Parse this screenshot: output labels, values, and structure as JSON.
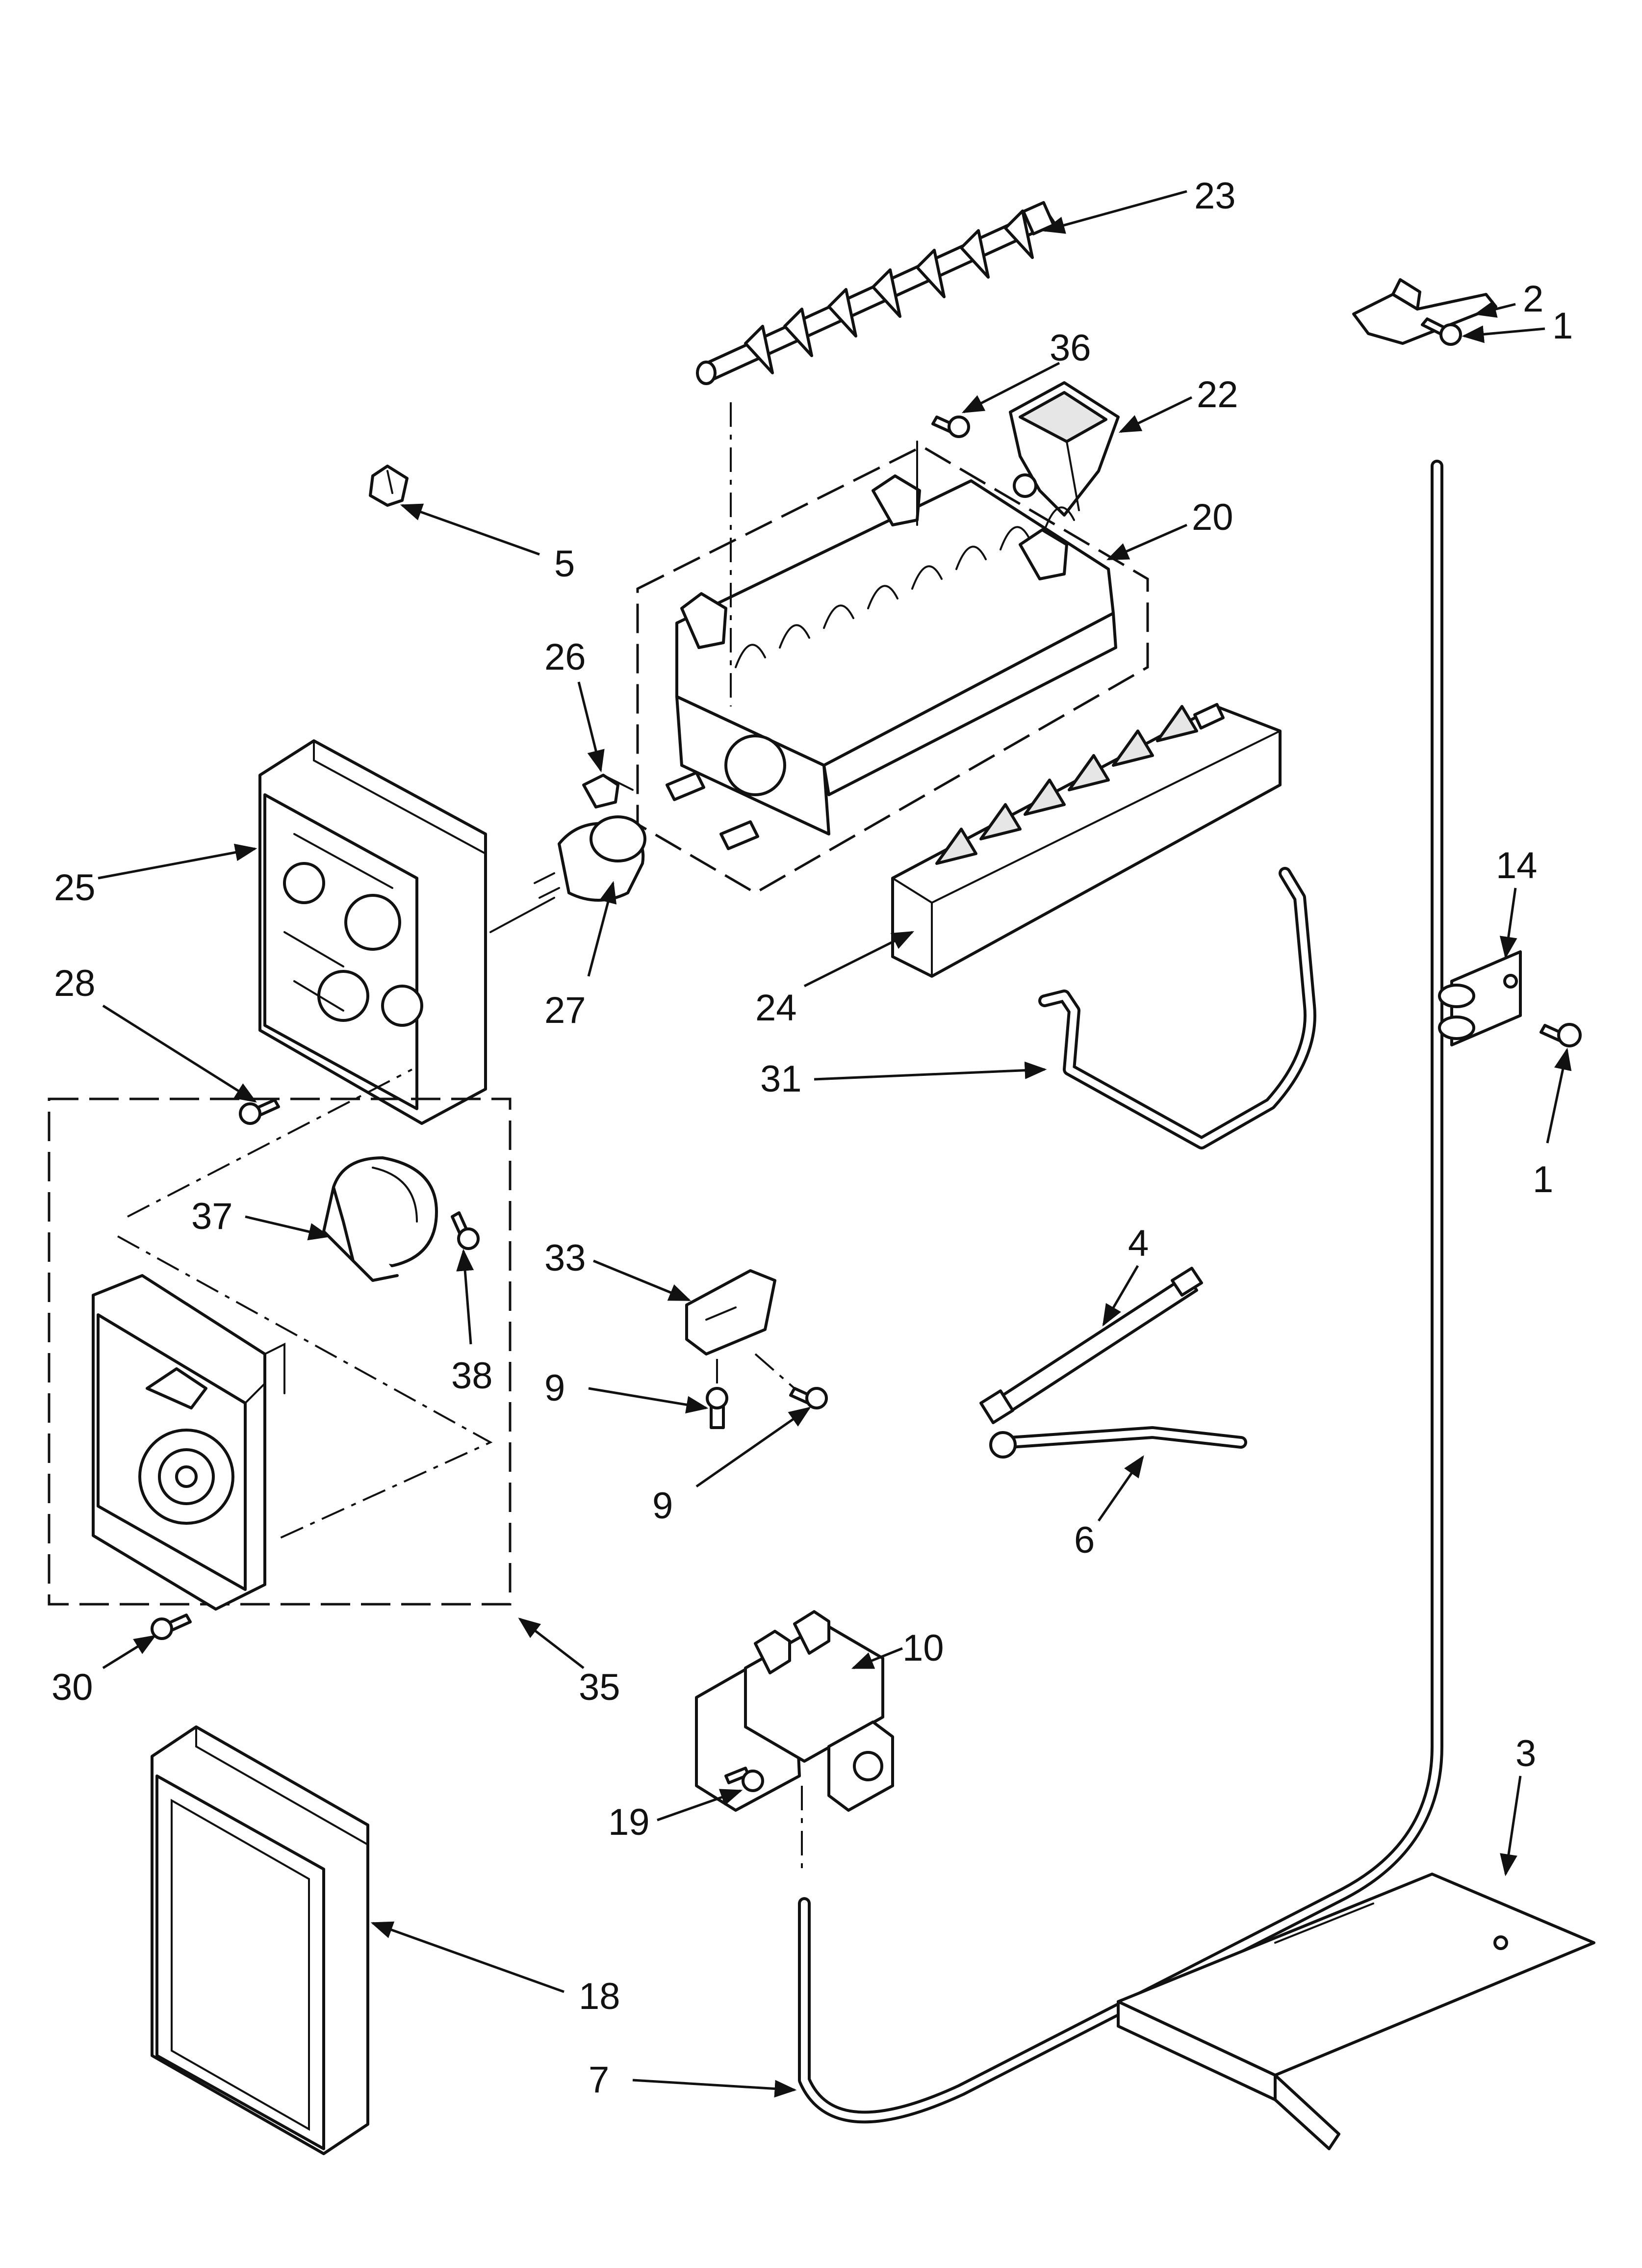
{
  "callouts": [
    {
      "id": "c23",
      "text": "23"
    },
    {
      "id": "c2",
      "text": "2"
    },
    {
      "id": "c1a",
      "text": "1"
    },
    {
      "id": "c36",
      "text": "36"
    },
    {
      "id": "c22",
      "text": "22"
    },
    {
      "id": "c5",
      "text": "5"
    },
    {
      "id": "c20",
      "text": "20"
    },
    {
      "id": "c26",
      "text": "26"
    },
    {
      "id": "c25",
      "text": "25"
    },
    {
      "id": "c27",
      "text": "27"
    },
    {
      "id": "c24",
      "text": "24"
    },
    {
      "id": "c28",
      "text": "28"
    },
    {
      "id": "c31",
      "text": "31"
    },
    {
      "id": "c14",
      "text": "14"
    },
    {
      "id": "c1b",
      "text": "1"
    },
    {
      "id": "c37",
      "text": "37"
    },
    {
      "id": "c33",
      "text": "33"
    },
    {
      "id": "c38",
      "text": "38"
    },
    {
      "id": "c4",
      "text": "4"
    },
    {
      "id": "c9a",
      "text": "9"
    },
    {
      "id": "c9b",
      "text": "9"
    },
    {
      "id": "c6",
      "text": "6"
    },
    {
      "id": "c35",
      "text": "35"
    },
    {
      "id": "c30",
      "text": "30"
    },
    {
      "id": "c10",
      "text": "10"
    },
    {
      "id": "c3",
      "text": "3"
    },
    {
      "id": "c19",
      "text": "19"
    },
    {
      "id": "c18",
      "text": "18"
    },
    {
      "id": "c7",
      "text": "7"
    }
  ]
}
